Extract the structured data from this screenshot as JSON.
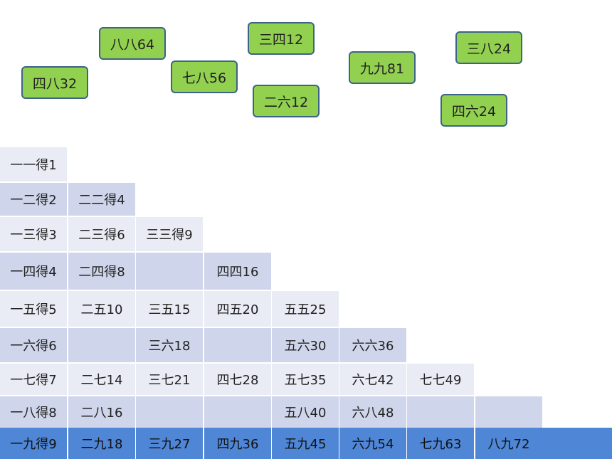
{
  "cards": [
    {
      "label": "八八64"
    },
    {
      "label": "三四12"
    },
    {
      "label": "三八24"
    },
    {
      "label": "四八32"
    },
    {
      "label": "七八56"
    },
    {
      "label": "九九81"
    },
    {
      "label": "二六12"
    },
    {
      "label": "四六24"
    }
  ],
  "table": {
    "rows": [
      [
        "一一得1"
      ],
      [
        "一二得2",
        "二二得4"
      ],
      [
        "一三得3",
        "二三得6",
        "三三得9"
      ],
      [
        "一四得4",
        "二四得8",
        "",
        "四四16"
      ],
      [
        "一五得5",
        "二五10",
        "三五15",
        "四五20",
        "五五25"
      ],
      [
        "一六得6",
        "",
        "三六18",
        "",
        "五六30",
        "六六36"
      ],
      [
        "一七得7",
        "二七14",
        "三七21",
        "四七28",
        "五七35",
        "六七42",
        "七七49"
      ],
      [
        "一八得8",
        "二八16",
        "",
        "",
        "五八40",
        "六八48",
        "",
        ""
      ],
      [
        "一九得9",
        "二九18",
        "三九27",
        "四九36",
        "五九45",
        "六九54",
        "七九63",
        "八九72"
      ]
    ]
  }
}
